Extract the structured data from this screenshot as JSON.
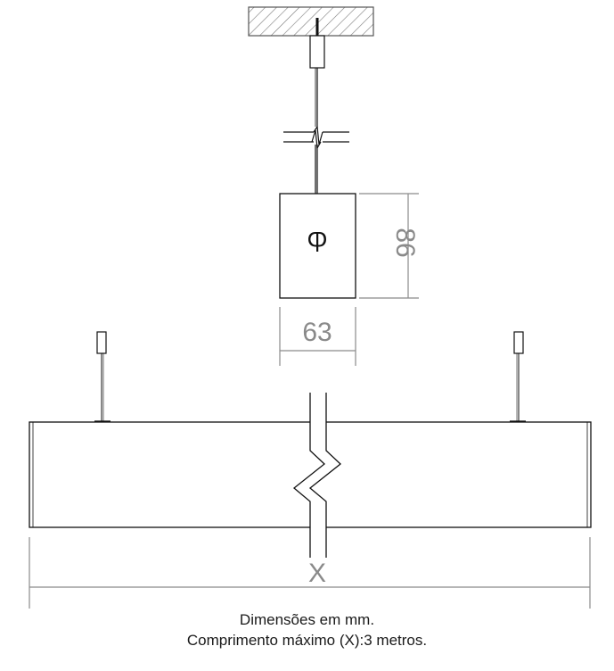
{
  "dimensions": {
    "height_label": "86",
    "width_label": "63",
    "length_label": "X"
  },
  "symbol": "Ⴔ",
  "caption": {
    "line1": "Dimensões em mm.",
    "line2": "Comprimento máximo (X):3 metros."
  }
}
